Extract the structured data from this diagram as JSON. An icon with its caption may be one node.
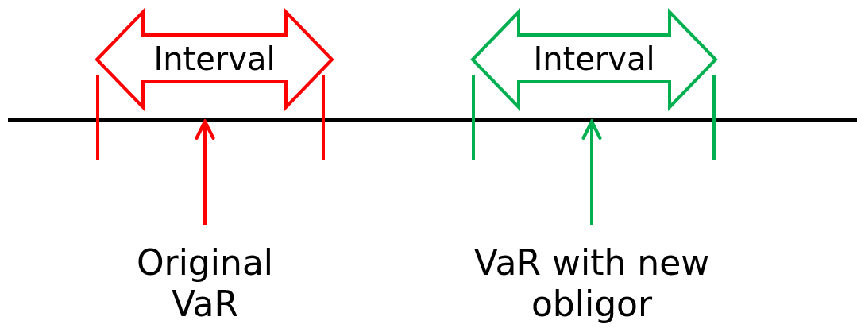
{
  "diagram": {
    "nodes": [
      {
        "text": [
          "Interval"
        ]
      },
      {
        "text": [
          "Interval"
        ]
      },
      {
        "text": [
          "Original VaR"
        ]
      },
      {
        "text": [
          "VaR with new obligor"
        ]
      }
    ],
    "edges": [
      {
        "from": 2,
        "to": null,
        "arrow": "to",
        "color": "#ff0000"
      },
      {
        "from": 3,
        "to": null,
        "arrow": "to",
        "color": "#00b050"
      }
    ]
  }
}
